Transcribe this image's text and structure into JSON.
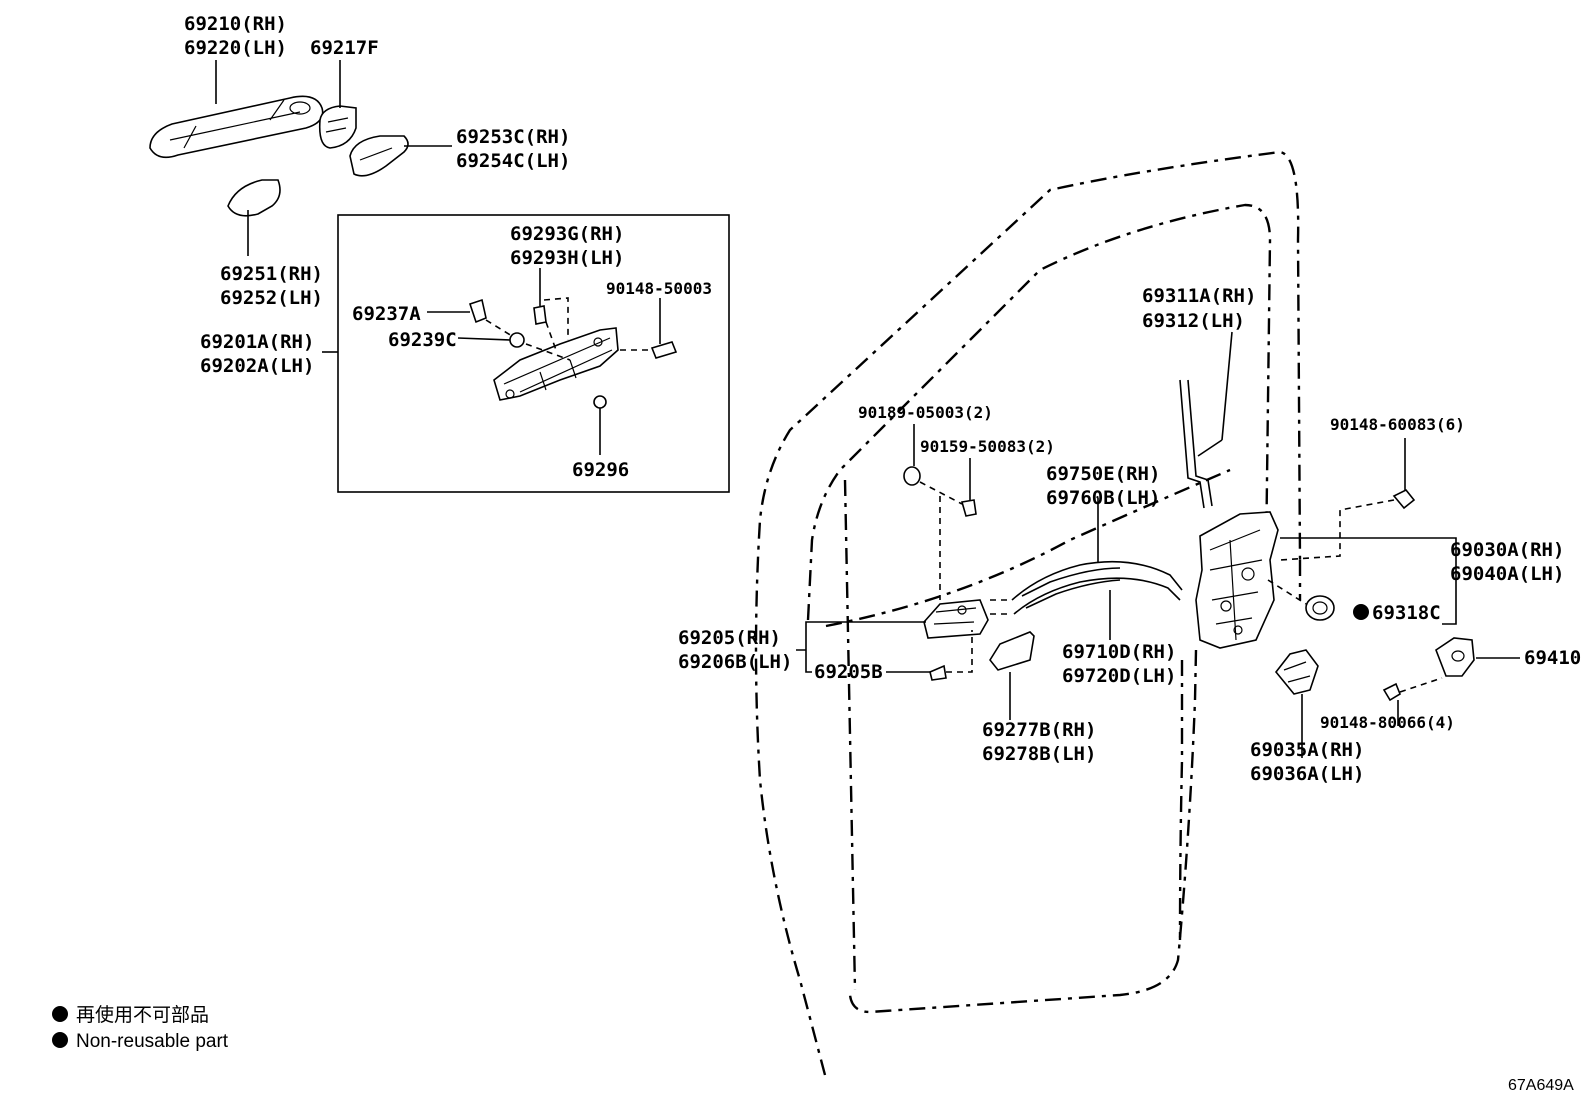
{
  "labels": {
    "p69210": "69210(RH)",
    "p69220": "69220(LH)",
    "p69217F": "69217F",
    "p69253C": "69253C(RH)",
    "p69254C": "69254C(LH)",
    "p69251": "69251(RH)",
    "p69252": "69252(LH)",
    "p69201A": "69201A(RH)",
    "p69202A": "69202A(LH)",
    "p69293G": "69293G(RH)",
    "p69293H": "69293H(LH)",
    "p90148_50003": "90148-50003",
    "p69237A": "69237A",
    "p69239C": "69239C",
    "p69296": "69296",
    "p69311A": "69311A(RH)",
    "p69312": "69312(LH)",
    "p90189": "90189-05003(2)",
    "p90159": "90159-50083(2)",
    "p69750E": "69750E(RH)",
    "p69760B": "69760B(LH)",
    "p90148_60083": "90148-60083(6)",
    "p69030A": "69030A(RH)",
    "p69040A": "69040A(LH)",
    "p69318C": "69318C",
    "p69410": "69410",
    "p69205": "69205(RH)",
    "p69206B": "69206B(LH)",
    "p69205B": "69205B",
    "p69710D": "69710D(RH)",
    "p69720D": "69720D(LH)",
    "p69277B": "69277B(RH)",
    "p69278B": "69278B(LH)",
    "p90148_80066": "90148-80066(4)",
    "p69035A": "69035A(RH)",
    "p69036A": "69036A(LH)"
  },
  "legend": {
    "line_jp": "再使用不可部品",
    "line_en": "Non-reusable part"
  },
  "diagram_code": "67A649A"
}
